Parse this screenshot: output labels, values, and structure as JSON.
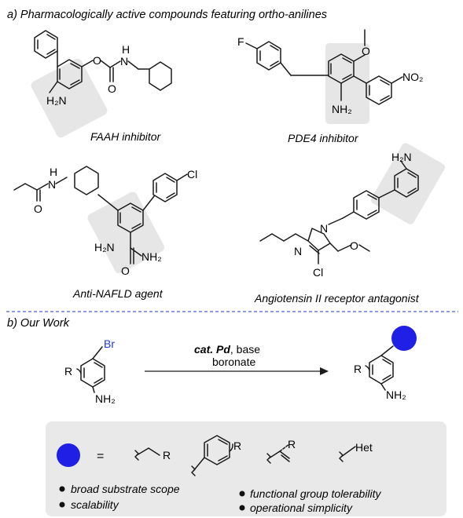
{
  "part_a": {
    "heading": "a) Pharmacologically active compounds featuring ortho-anilines",
    "compounds": [
      {
        "caption": "FAAH inhibitor",
        "labels": [
          "O",
          "N",
          "H",
          "O",
          "H₂N"
        ]
      },
      {
        "caption": "PDE4 inhibitor",
        "labels": [
          "F",
          "O",
          "NO₂",
          "NH₂"
        ]
      },
      {
        "caption": "Anti-NAFLD agent",
        "labels": [
          "N",
          "H",
          "O",
          "Cl",
          "H₂N",
          "O",
          "NH₂"
        ]
      },
      {
        "caption": "Angiotensin II receptor antagonist",
        "labels": [
          "H₂N",
          "N",
          "N",
          "Cl",
          "O"
        ]
      }
    ]
  },
  "part_b": {
    "heading": "b) Our Work",
    "reaction": {
      "substrate_labels": {
        "br": "Br",
        "r": "R",
        "nh2": "NH₂"
      },
      "conditions_line1_bold": "cat. Pd",
      "conditions_line1_rest": ", base",
      "conditions_line2": "boronate",
      "product_labels": {
        "r": "R",
        "nh2": "NH₂"
      }
    },
    "scope_box": {
      "equals": "=",
      "groups": [
        "R",
        "R",
        "R",
        "Het"
      ],
      "features": [
        "broad substrate scope",
        "scalability",
        "functional group tolerability",
        "operational simplicity"
      ]
    }
  },
  "colors": {
    "br": "#1f39d6",
    "dot": "#1f1fe6",
    "highlight": "#e6e6e6",
    "divider": "#4a5fd6",
    "box": "#e9e9e9"
  }
}
